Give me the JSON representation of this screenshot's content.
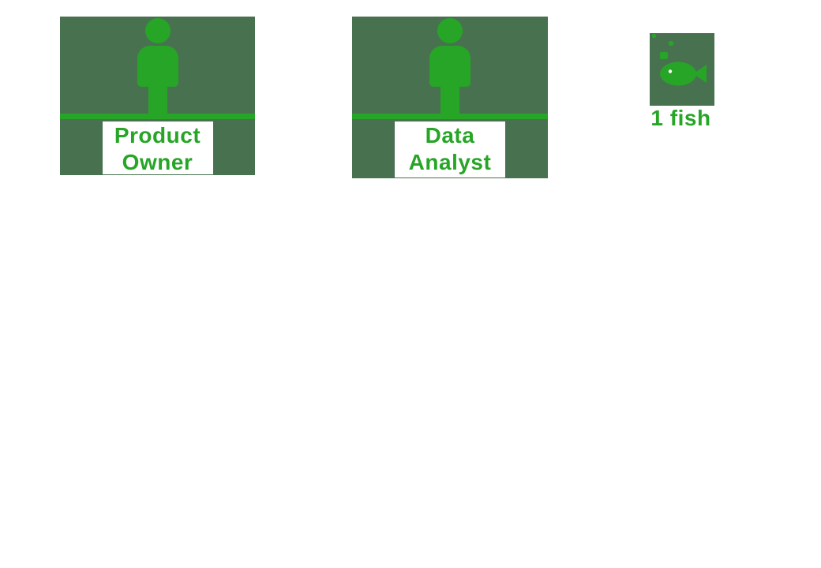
{
  "colors": {
    "canvas": "#ffffff",
    "box_bg": "#487150",
    "accent": "#27a527",
    "label_plate": "#ffffff"
  },
  "shapes": {
    "actors": [
      {
        "id": "product-owner",
        "label_lines": [
          "Product",
          "Owner"
        ]
      },
      {
        "id": "data-analyst",
        "label_lines": [
          "Data",
          "Analyst"
        ]
      }
    ],
    "fish": {
      "label": "1 fish"
    }
  },
  "icons": {
    "actor_icon": "person-icon",
    "fish_icon": "fish-icon",
    "bubbles_icon": "bubble-icon"
  }
}
